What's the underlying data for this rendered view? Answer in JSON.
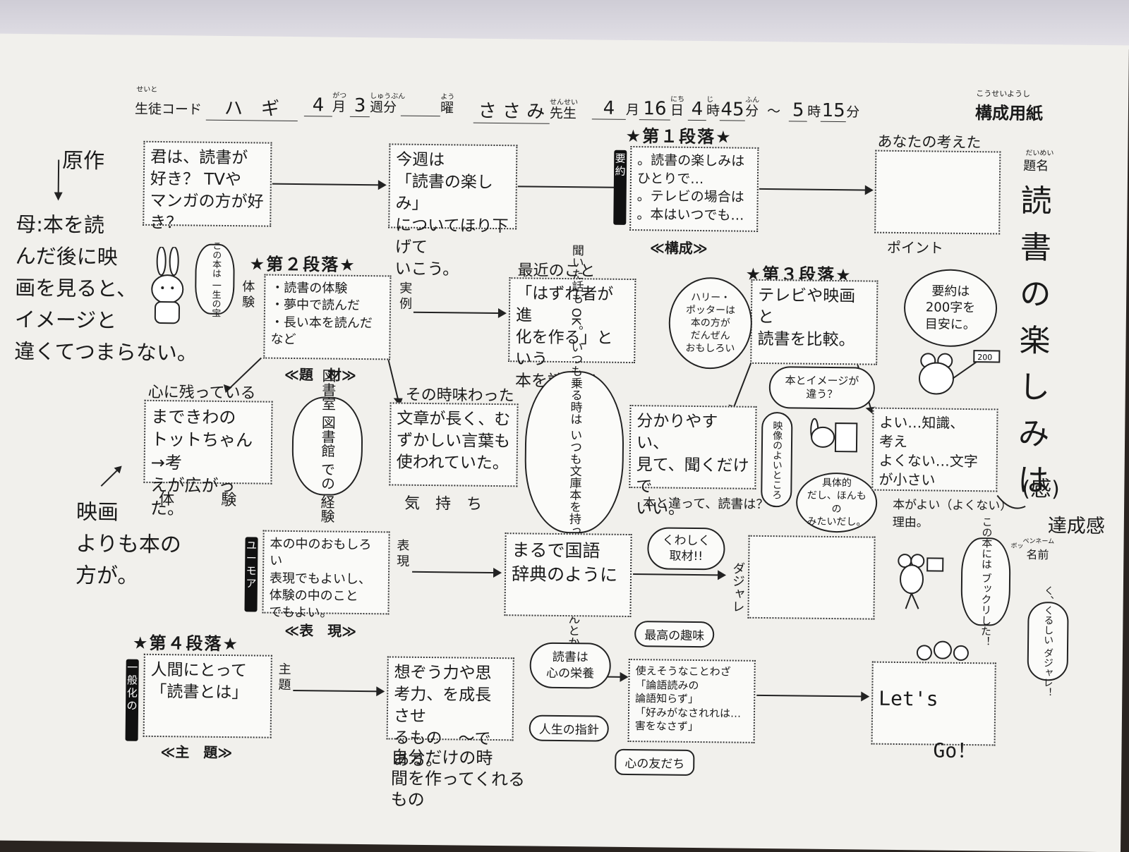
{
  "header": {
    "student_code_label": "生徒コード",
    "student_code_value": "ハ　ギ",
    "month_value": "4",
    "month_label": "月",
    "week_value": "3",
    "week_label": "週分",
    "day_label": "曜",
    "teacher_value": "さ さ み",
    "teacher_label": "先生",
    "date_month": "4",
    "date_month_label": "月",
    "date_day": "16",
    "date_day_label": "日",
    "start_hour": "4",
    "hour_label": "時",
    "start_min": "45",
    "min_label": "分",
    "tilde": "～",
    "end_hour": "5",
    "end_min": "15",
    "form_title": "構成用紙",
    "ruby_form_title": "こうせいようし",
    "ruby_student": "せいと",
    "ruby_month": "がつ",
    "ruby_week": "しゅうぶん",
    "ruby_day": "よう",
    "ruby_teacher": "せんせい",
    "ruby_date_day": "にち",
    "ruby_hour": "じ",
    "ruby_min": "ふん"
  },
  "title_area": {
    "label": "題名",
    "ruby": "だいめい",
    "title_text": "読書の楽しみは",
    "title_end": "(感)",
    "penname_ruby": "ペンネーム",
    "penname_label": "名前"
  },
  "left_notes": {
    "gensaku": "原作",
    "note1": "母:本を読\nんだ後に映\n画を見ると、\nイメージと\n違くてつまらない。",
    "note2": "映画\nよりも本の\n方が。"
  },
  "row1": {
    "box1": "君は、読書が\n好き？ TVや\nマンガの方が好き？",
    "box2": "今週は\n「読書の楽しみ」\nについてほり下げて\nいこう。",
    "heading": "★第１段落★",
    "bar_label": "要約",
    "box3": "。読書の楽しみは\nひとりで…\n。テレビの場合は\n。本はいつでも…",
    "under_label": "≪構成≫",
    "box4_top": "あなたの考えた",
    "box4_bottom": "ポイント"
  },
  "row2": {
    "heading": "★第２段落★",
    "bar_label": "体験",
    "box1": "・読書の体験\n・夢中で読んだ\n・長い本を読んだ\nなど",
    "right_bar": "実例",
    "under_label": "≪題　材≫",
    "recent_label": "最近のこと",
    "box2": "「はずれ者が進\n化を作る」という\n本を読んだ",
    "heading3": "★第３段落★",
    "box3": "テレビや映画と\n読書を比較。",
    "bubble_usagi": "この本は\n一生の宝",
    "bubble_harry": "ハリー・\nポッターは\n本の方が\nだんぜん\nおもしろい",
    "bubble_youyaku": "要約は\n200字を\n目安に。",
    "flag_num": "200"
  },
  "row3": {
    "label1": "心に残っている",
    "box1": "まできわの\nトットちゃん→考\nえが広がった。",
    "under1": "体　　　験",
    "bubble_library": "図書室\n図書館\nでの\n経験",
    "label2": "その時味わった",
    "box2": "文章が長く、む\nずかしい言葉も\n使われていた。",
    "under2": "気　持　ち",
    "bubble_kiita": "聞いた話も OK。\nいつも乗る時は\nいつも文庫本を持って\nいるお父さんとか。",
    "bubble_image": "本とイメージが\n違う？",
    "box3": "分かりやすい、\n見て、聞くだけで\nいい。",
    "under3": "本と違って、読書は？",
    "bar_eizou": "映像のよいところ",
    "bubble_gutai": "具体的\nだし、ほんもの\nみたいだし。",
    "box4": "よい…知識、\n考え\nよくない…文字が小さい",
    "under4": "本がよい（よくない）\n理由。",
    "tassei": "達成感"
  },
  "row4": {
    "bar_label": "ユーモア",
    "box1": "本の中のおもしろい\n表現でもよいし、\n体験の中のこと\nでもよい。",
    "right_bar": "表現",
    "under_label": "≪表　現≫",
    "box2": "まるで国語\n辞典のように",
    "bubble_kuwashiku": "くわしく\n取材!!",
    "dajare": "ダジャレ",
    "bubble_bukkuri": "この本には\nブックリした！",
    "bukkuri_ruby": "ボッ",
    "bubble_kurushii": "く、くるしい\nダジャレ！"
  },
  "row5": {
    "heading": "★第４段落★",
    "bar_label": "一般化の",
    "box1": "人間にとって\n「読書とは」",
    "right_bar": "主題",
    "under_label": "≪主　題≫",
    "box2": "想ぞう力や思\n考力、を成長させ\nるもの　～である。",
    "note_below": "自分だけの時\n間を作ってくれる\nもの",
    "bubble_eiyou": "読書は\n心の栄養",
    "pill_shishin": "人生の指針",
    "pill_shumi": "最高の趣味",
    "box3": "使えそうなことわざ\n「論語読みの\n論語知らず」\n「好みがなされれは…\n害をなさず」",
    "pill_tomodachi": "心の友だち",
    "box4_line1": "Let's",
    "box4_line2": "Go！"
  }
}
